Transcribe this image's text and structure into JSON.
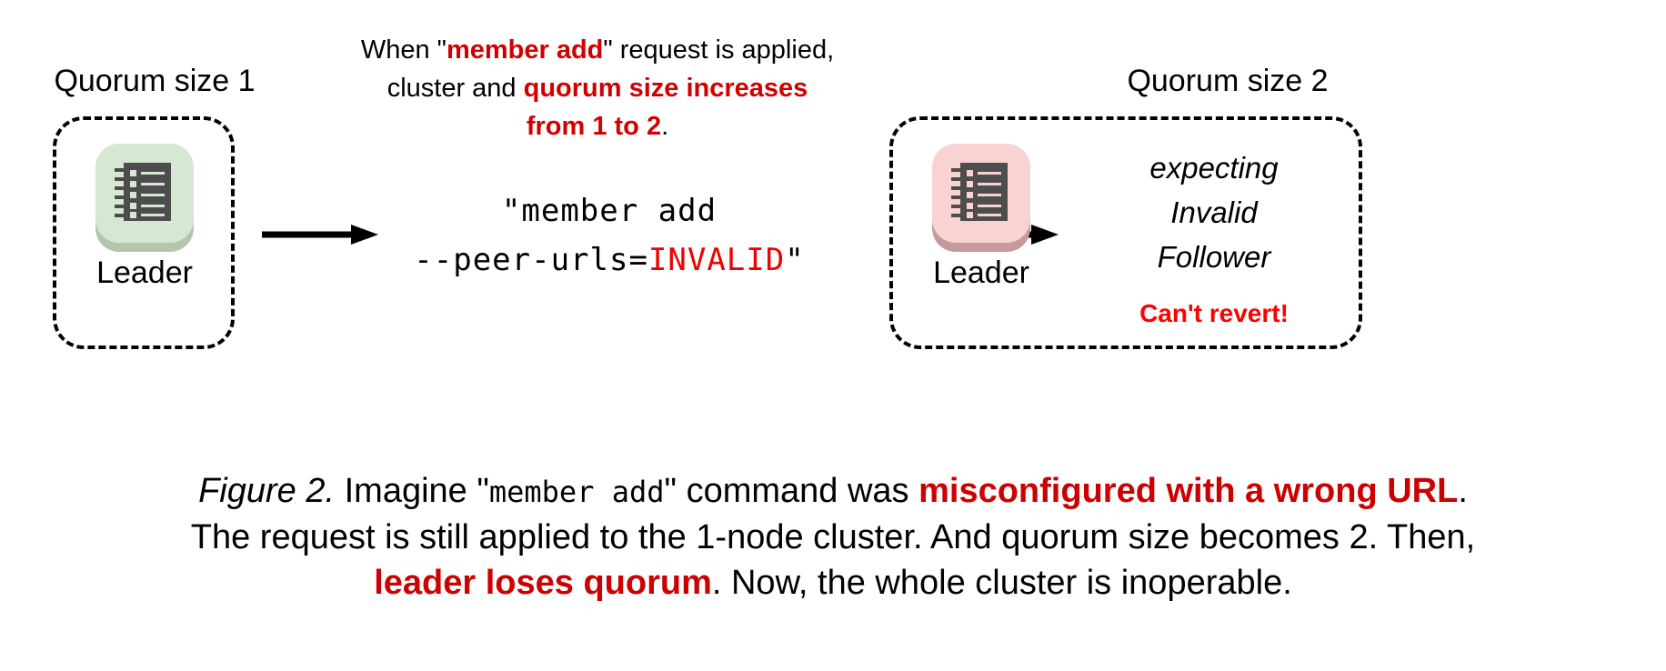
{
  "colors": {
    "red_accent": "#cc0000",
    "bright_red": "#ff0000",
    "invalid_red": "#f00000",
    "leader_ok_tile": "#d6e7d2",
    "leader_bad_tile": "#f9d2d2",
    "glyph_dark": "#4d4d4d",
    "text": "#000000",
    "background": "#ffffff"
  },
  "top_note": {
    "line1_pre": "When \"",
    "line1_highlight": "member add",
    "line1_post": "\" request is applied,",
    "line2_pre": "cluster and ",
    "line2_highlight": "quorum size increases",
    "line3_highlight": "from 1 to 2",
    "line3_post": "."
  },
  "left_cluster": {
    "title": "Quorum size 1",
    "node": {
      "label": "Leader",
      "icon": "server-node-icon",
      "state": "healthy"
    }
  },
  "right_cluster": {
    "title": "Quorum size 2",
    "node": {
      "label": "Leader",
      "icon": "server-node-icon",
      "state": "unhealthy"
    },
    "status_lines": [
      "expecting",
      "Invalid",
      "Follower"
    ],
    "warning": "Can't revert!"
  },
  "command": {
    "line1": "\"member add",
    "line2_pre": "--peer-urls=",
    "line2_invalid": "INVALID",
    "line2_post": "\""
  },
  "arrows": {
    "first": "arrow-right-icon",
    "second": "arrow-right-icon"
  },
  "caption": {
    "fig_label": "Figure 2.",
    "seg1": " Imagine \"",
    "mono1": "member add",
    "seg2": "\" command was ",
    "hl1": "misconfigured with a wrong URL",
    "seg3": ".",
    "line2": "The request is still applied to the 1-node cluster. And quorum size becomes 2. Then,",
    "hl2": "leader loses quorum",
    "seg4": ". Now, the whole cluster is inoperable."
  }
}
